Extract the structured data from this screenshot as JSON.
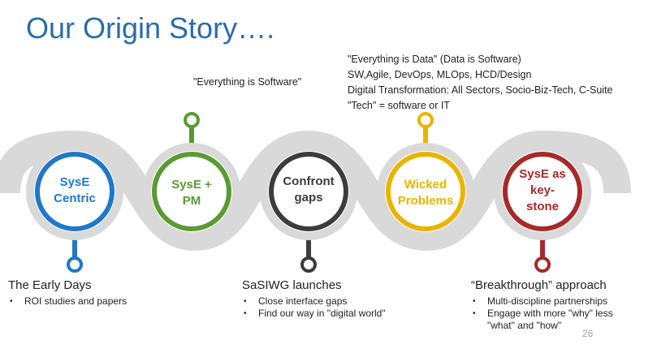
{
  "slide": {
    "title": "Our Origin Story….",
    "page_number": "26"
  },
  "notes": {
    "software": "\"Everything is Software\"",
    "data_lines": [
      "\"Everything is Data\" (Data is Software)",
      "SW,Agile, DevOps, MLOps, HCD/Design",
      "Digital Transformation: All Sectors, Socio-Biz-Tech, C-Suite",
      "\"Tech\" = software or IT"
    ]
  },
  "nodes": [
    {
      "lines": [
        "SysE",
        "Centric"
      ],
      "color": "#1f78c8"
    },
    {
      "lines": [
        "SysE +",
        "PM"
      ],
      "color": "#5a9a32"
    },
    {
      "lines": [
        "Confront",
        "gaps"
      ],
      "color": "#3c3c3c"
    },
    {
      "lines": [
        "Wicked",
        "Problems"
      ],
      "color": "#e8b400"
    },
    {
      "lines": [
        "SysE as",
        "key-",
        "stone"
      ],
      "color": "#a52a2a"
    }
  ],
  "captions": {
    "early": {
      "title": "The Early Days",
      "bullets": [
        "ROI studies and papers"
      ]
    },
    "sasiwg": {
      "title": "SaSIWG launches",
      "bullets": [
        "Close interface gaps",
        "Find our way in \"digital world\""
      ]
    },
    "breakthrough": {
      "title": "“Breakthrough” approach",
      "bullets": [
        "Multi-discipline partnerships",
        "Engage with more \"why\" less",
        "\"what\" and \"how\""
      ]
    }
  },
  "colors": {
    "title": "#2a6ca8",
    "band": "#d9d9d9"
  }
}
